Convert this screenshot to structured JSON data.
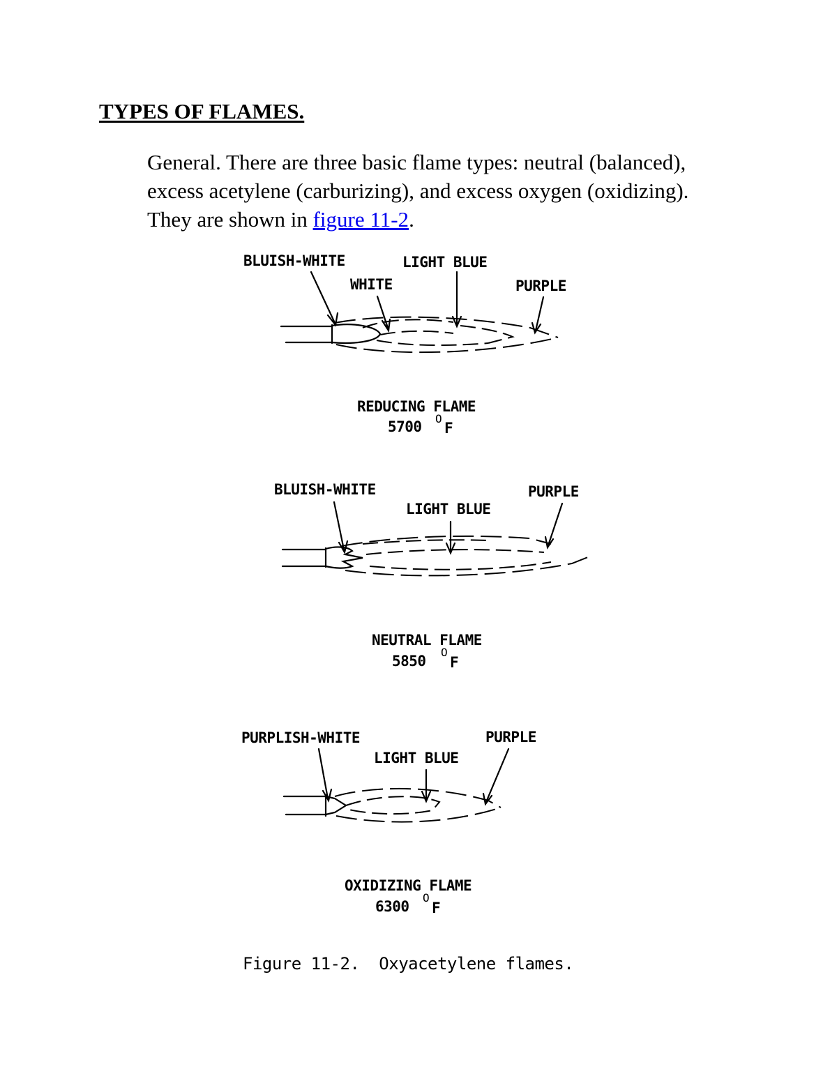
{
  "document": {
    "heading": "TYPES OF FLAMES.",
    "paragraph": {
      "text_before_link": "General. There are three basic flame types: neutral (balanced), excess acetylene (carburizing), and excess oxygen (oxidizing). They are shown in ",
      "link_text": "figure 11-2",
      "text_after_link": ".",
      "link_color": "#0000ee"
    }
  },
  "figure": {
    "caption": "Figure 11-2.  Oxyacetylene flames.",
    "degree_symbol": "O",
    "flames": [
      {
        "labels": {
          "inner": "BLUISH-WHITE",
          "core": "WHITE",
          "middle": "LIGHT BLUE",
          "outer": "PURPLE"
        },
        "name": "REDUCING FLAME",
        "temperature": "5700",
        "unit": "F"
      },
      {
        "labels": {
          "inner": "BLUISH-WHITE",
          "middle": "LIGHT BLUE",
          "outer": "PURPLE"
        },
        "name": "NEUTRAL FLAME",
        "temperature": "5850",
        "unit": "F"
      },
      {
        "labels": {
          "inner": "PURPLISH-WHITE",
          "middle": "LIGHT BLUE",
          "outer": "PURPLE"
        },
        "name": "OXIDIZING FLAME",
        "temperature": "6300",
        "unit": "F"
      }
    ]
  }
}
